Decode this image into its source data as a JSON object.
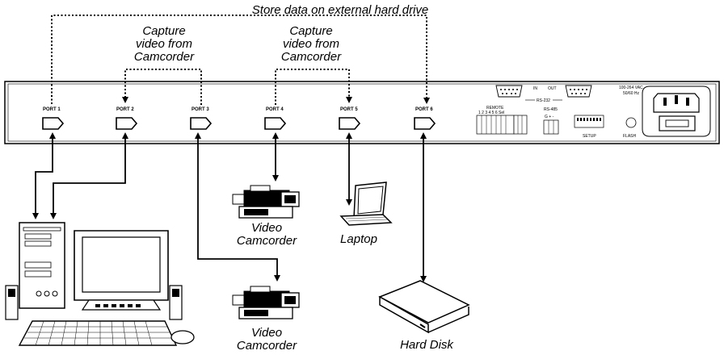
{
  "labels": {
    "store": "Store data on external hard drive",
    "capture_left_1": "Capture",
    "capture_left_2": "video from",
    "capture_left_3": "Camcorder",
    "capture_right_1": "Capture",
    "capture_right_2": "video from",
    "capture_right_3": "Camcorder",
    "cam_mid_1": "Video",
    "cam_mid_2": "Camcorder",
    "cam_low_1": "Video",
    "cam_low_2": "Camcorder",
    "laptop": "Laptop",
    "harddisk": "Hard Disk"
  },
  "ports": [
    "PORT 1",
    "PORT 2",
    "PORT 3",
    "PORT 4",
    "PORT 5",
    "PORT 6"
  ],
  "panel": {
    "in": "IN",
    "out": "OUT",
    "rs232": "RS-232",
    "remote": "REMOTE",
    "remote_nums": "1 2 3 4 5 6 Sel",
    "rs485": "RS-485",
    "rs485_pins": "G + -",
    "setup": "SETUP",
    "flash": "FLASH",
    "power_1": "100-264 VAC",
    "power_2": "50/60 Hz"
  }
}
